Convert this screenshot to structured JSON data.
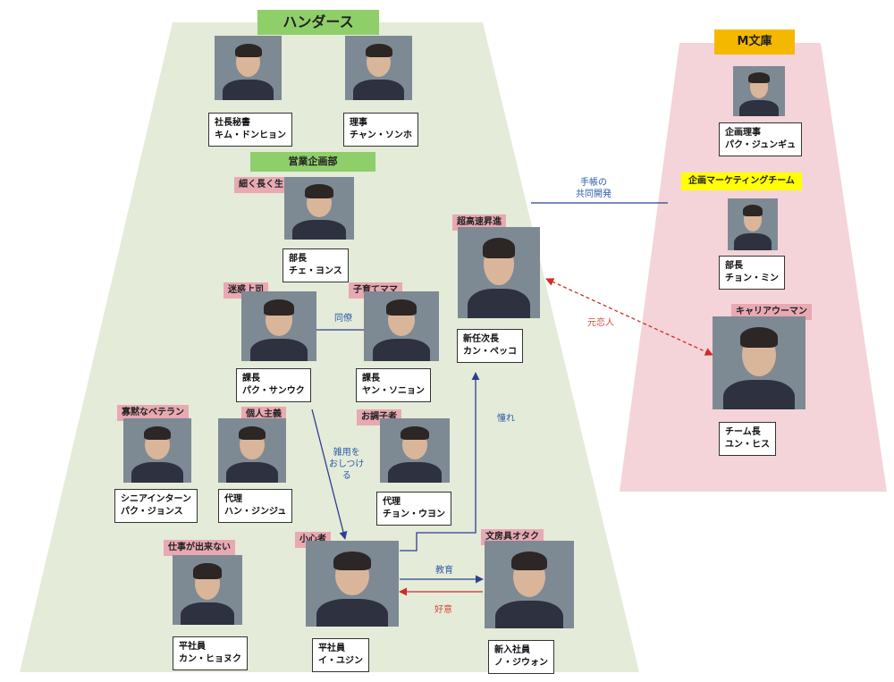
{
  "groups": {
    "handers": "ハンダース",
    "sales_dept": "営業企画部",
    "mbunko": "M文庫",
    "marketing_team": "企画マーケティングチーム"
  },
  "people": {
    "secretary": {
      "role": "社長秘書",
      "name": "キム・ドンヒョン"
    },
    "director": {
      "role": "理事",
      "name": "チャン・ソンホ"
    },
    "bucho": {
      "tag": "細く長く生きる",
      "role": "部長",
      "name": "チェ・ヨンス"
    },
    "kacho_park": {
      "tag": "迷惑上司",
      "role": "課長",
      "name": "パク・サンウク"
    },
    "kacho_yang": {
      "tag": "子育てママ",
      "role": "課長",
      "name": "ヤン・ソニョン"
    },
    "kang": {
      "tag": "超高速昇進",
      "role": "新任次長",
      "name": "カン・ペッコ"
    },
    "senior": {
      "tag": "寡黙なベテラン",
      "role": "シニアインターン",
      "name": "パク・ジョンス"
    },
    "dairi_han": {
      "tag": "個人主義",
      "role": "代理",
      "name": "ハン・ジンジュ"
    },
    "dairi_jeong": {
      "tag": "お調子者",
      "role": "代理",
      "name": "チョン・ウヨン"
    },
    "hira_kang": {
      "tag": "仕事が出来ない",
      "role": "平社員",
      "name": "カン・ヒョヌク"
    },
    "yujin": {
      "tag": "小心者",
      "role": "平社員",
      "name": "イ・ユジン"
    },
    "jiwon": {
      "tag": "文房具オタク",
      "role": "新入社員",
      "name": "ノ・ジウォン"
    },
    "planner": {
      "role": "企画理事",
      "name": "パク・ジュンギュ"
    },
    "m_bucho": {
      "role": "部長",
      "name": "チョン・ミン"
    },
    "yoon": {
      "tag": "キャリアウーマン",
      "role": "チーム長",
      "name": "ユン・ヒス"
    }
  },
  "relations": {
    "colleague": "同僚",
    "joint_dev_1": "手帳の",
    "joint_dev_2": "共同開発",
    "ex_lover": "元恋人",
    "impose_1": "雑用を",
    "impose_2": "おしつけ",
    "impose_3": "る",
    "admire": "憧れ",
    "teach": "教育",
    "favor": "好意"
  },
  "colors": {
    "left_bg": "#e4ebd8",
    "right_bg": "#f4d4d8",
    "arrow_blue": "#2f3f8f",
    "arrow_red": "#d02a2a",
    "tag_pink": "#e8a9b3",
    "tag_green": "#8fcf6a",
    "tag_orange": "#f5b800",
    "tag_yellow": "#ffff00"
  }
}
